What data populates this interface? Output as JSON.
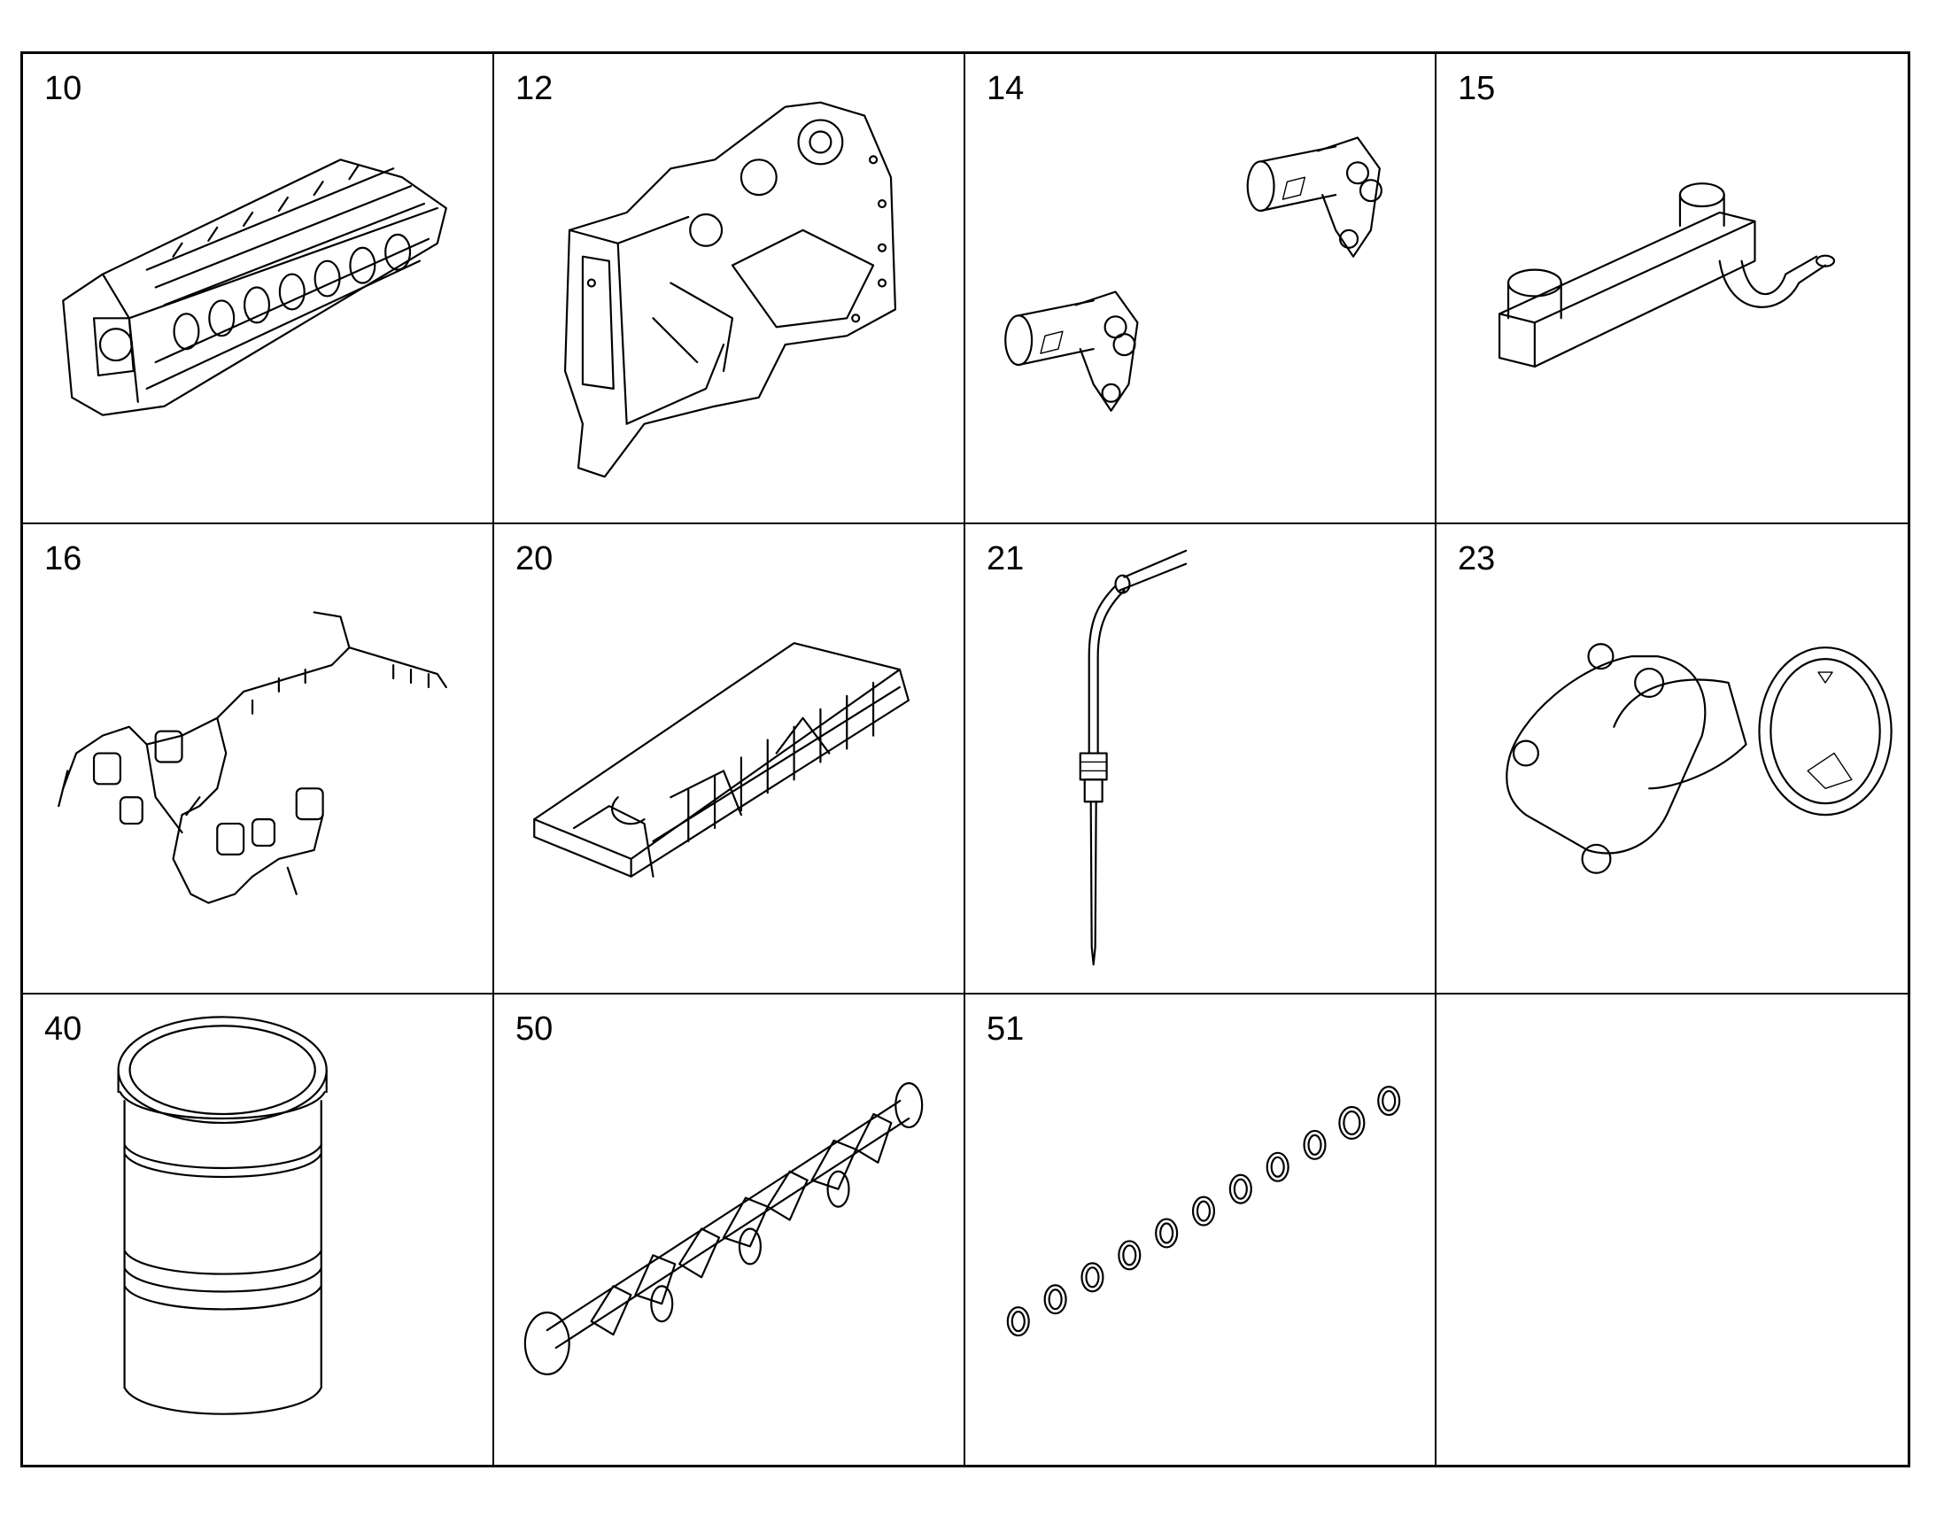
{
  "cells": [
    {
      "number": "10",
      "part": "engine-block"
    },
    {
      "number": "12",
      "part": "timing-case"
    },
    {
      "number": "14",
      "part": "piston-cooling-nozzles"
    },
    {
      "number": "15",
      "part": "oil-pipe"
    },
    {
      "number": "16",
      "part": "wiring-harness"
    },
    {
      "number": "20",
      "part": "oil-pan"
    },
    {
      "number": "21",
      "part": "dipstick"
    },
    {
      "number": "23",
      "part": "oil-filler"
    },
    {
      "number": "40",
      "part": "cylinder-liner"
    },
    {
      "number": "50",
      "part": "crankshaft"
    },
    {
      "number": "51",
      "part": "bearing-shells"
    },
    {
      "number": "",
      "part": "empty"
    }
  ]
}
